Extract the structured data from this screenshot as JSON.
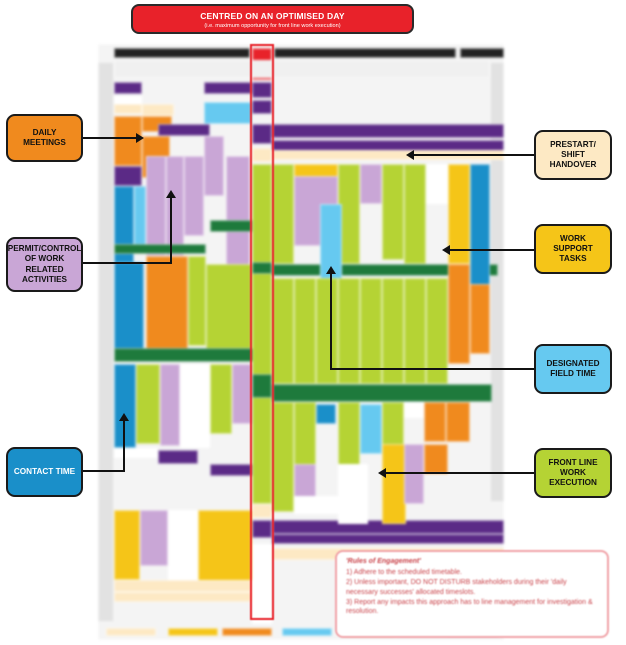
{
  "banner": {
    "title": "CENTRED ON AN OPTIMISED DAY",
    "subtitle": "(i.e. maximum opportunity for front line work execution)"
  },
  "callouts": {
    "daily_meetings": "DAILY MEETINGS",
    "permit_control": "PERMIT/CONTROL OF WORK RELATED ACTIVITIES",
    "contact_time": "CONTACT TIME",
    "prestart_handover": "PRESTART/ SHIFT HANDOVER",
    "work_support_tasks": "WORK SUPPORT TASKS",
    "designated_field_time": "DESIGNATED FIELD TIME",
    "front_line_work_execution": "FRONT LINE WORK EXECUTION"
  },
  "rules": {
    "title": "'Rules of Engagement'",
    "items": [
      "1) Adhere to the scheduled timetable.",
      "2) Unless important, DO NOT DISTURB stakeholders during their 'daily necessary successes' allocated timeslots.",
      "3) Report any impacts this approach has to line management for investigation & resolution."
    ]
  },
  "colors": {
    "banner": "#e8222a",
    "daily_meetings": "#f08a1e",
    "permit_control": "#c9a6d6",
    "contact_time": "#1a8fc9",
    "prestart_handover": "#fde9c4",
    "work_support_tasks": "#f5c518",
    "designated_field_time": "#66c9f0",
    "front_line_work_execution": "#b5d334",
    "band_purple": "#5b2a86",
    "band_green": "#1e7a3c",
    "rules_border": "#f0a3a8",
    "rules_text": "#c9434a"
  }
}
